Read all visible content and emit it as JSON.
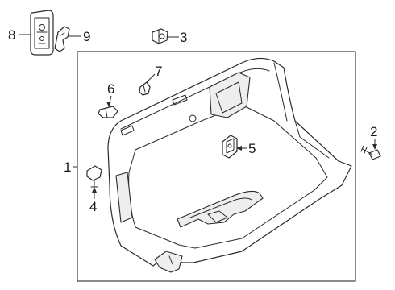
{
  "diagram": {
    "callouts": [
      {
        "id": "1",
        "text": "1"
      },
      {
        "id": "2",
        "text": "2"
      },
      {
        "id": "3",
        "text": "3"
      },
      {
        "id": "4",
        "text": "4"
      },
      {
        "id": "5",
        "text": "5"
      },
      {
        "id": "6",
        "text": "6"
      },
      {
        "id": "7",
        "text": "7"
      },
      {
        "id": "8",
        "text": "8"
      },
      {
        "id": "9",
        "text": "9"
      }
    ],
    "colors": {
      "line": "#2a2a2a",
      "fill": "#ffffff",
      "shade": "#eeeeee"
    }
  }
}
